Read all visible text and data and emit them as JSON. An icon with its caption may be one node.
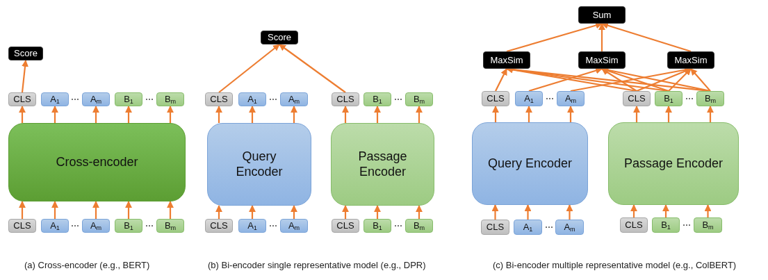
{
  "diagram": {
    "nodes": [
      {
        "text": [
          "Score"
        ]
      },
      {
        "text": [
          "CLS"
        ]
      },
      {
        "text": [
          "A$_{1}$"
        ]
      },
      {
        "text": [
          "A$_{m}$"
        ]
      },
      {
        "text": [
          "B$_{1}$"
        ]
      },
      {
        "text": [
          "B$_{m}$"
        ]
      },
      {
        "text": [
          "Cross-encoder"
        ]
      },
      {
        "text": [
          "CLS"
        ]
      },
      {
        "text": [
          "A$_{1}$"
        ]
      },
      {
        "text": [
          "A$_{m}$"
        ]
      },
      {
        "text": [
          "B$_{1}$"
        ]
      },
      {
        "text": [
          "B$_{m}$"
        ]
      },
      {
        "text": [
          "Score"
        ]
      },
      {
        "text": [
          "CLS"
        ]
      },
      {
        "text": [
          "A$_{1}$"
        ]
      },
      {
        "text": [
          "A$_{m}$"
        ]
      },
      {
        "text": [
          "CLS"
        ]
      },
      {
        "text": [
          "B$_{1}$"
        ]
      },
      {
        "text": [
          "B$_{m}$"
        ]
      },
      {
        "text": [
          "Query Encoder"
        ]
      },
      {
        "text": [
          "Passage Encoder"
        ]
      },
      {
        "text": [
          "CLS"
        ]
      },
      {
        "text": [
          "A$_{1}$"
        ]
      },
      {
        "text": [
          "A$_{m}$"
        ]
      },
      {
        "text": [
          "CLS"
        ]
      },
      {
        "text": [
          "B$_{1}$"
        ]
      },
      {
        "text": [
          "B$_{m}$"
        ]
      },
      {
        "text": [
          "Sum"
        ]
      },
      {
        "text": [
          "MaxSim"
        ]
      },
      {
        "text": [
          "MaxSim"
        ]
      },
      {
        "text": [
          "MaxSim"
        ]
      },
      {
        "text": [
          "CLS"
        ]
      },
      {
        "text": [
          "A$_{1}$"
        ]
      },
      {
        "text": [
          "A$_{m}$"
        ]
      },
      {
        "text": [
          "CLS"
        ]
      },
      {
        "text": [
          "B$_{1}$"
        ]
      },
      {
        "text": [
          "B$_{m}$"
        ]
      },
      {
        "text": [
          "Query Encoder"
        ]
      },
      {
        "text": [
          "Passage Encoder"
        ]
      },
      {
        "text": [
          "CLS"
        ]
      },
      {
        "text": [
          "A$_{1}$"
        ]
      },
      {
        "text": [
          "A$_{m}$"
        ]
      },
      {
        "text": [
          "CLS"
        ]
      },
      {
        "text": [
          "B$_{1}$"
        ]
      },
      {
        "text": [
          "B$_{m}$"
        ]
      }
    ],
    "edges": [
      {
        "from": 1,
        "to": 0,
        "arrow": "to"
      },
      {
        "from": 6,
        "to": 1,
        "arrow": "to"
      },
      {
        "from": 6,
        "to": 2,
        "arrow": "to"
      },
      {
        "from": 6,
        "to": 3,
        "arrow": "to"
      },
      {
        "from": 6,
        "to": 4,
        "arrow": "to"
      },
      {
        "from": 6,
        "to": 5,
        "arrow": "to"
      },
      {
        "from": 7,
        "to": 6,
        "arrow": "to"
      },
      {
        "from": 8,
        "to": 6,
        "arrow": "to"
      },
      {
        "from": 9,
        "to": 6,
        "arrow": "to"
      },
      {
        "from": 10,
        "to": 6,
        "arrow": "to"
      },
      {
        "from": 11,
        "to": 6,
        "arrow": "to"
      },
      {
        "from": 13,
        "to": 12,
        "arrow": "to"
      },
      {
        "from": 16,
        "to": 12,
        "arrow": "to"
      },
      {
        "from": 19,
        "to": 13,
        "arrow": "to"
      },
      {
        "from": 19,
        "to": 14,
        "arrow": "to"
      },
      {
        "from": 19,
        "to": 15,
        "arrow": "to"
      },
      {
        "from": 20,
        "to": 16,
        "arrow": "to"
      },
      {
        "from": 20,
        "to": 17,
        "arrow": "to"
      },
      {
        "from": 20,
        "to": 18,
        "arrow": "to"
      },
      {
        "from": 21,
        "to": 19,
        "arrow": "to"
      },
      {
        "from": 22,
        "to": 19,
        "arrow": "to"
      },
      {
        "from": 23,
        "to": 19,
        "arrow": "to"
      },
      {
        "from": 24,
        "to": 20,
        "arrow": "to"
      },
      {
        "from": 25,
        "to": 20,
        "arrow": "to"
      },
      {
        "from": 26,
        "to": 20,
        "arrow": "to"
      },
      {
        "from": 28,
        "to": 27,
        "arrow": "to"
      },
      {
        "from": 29,
        "to": 27,
        "arrow": "to"
      },
      {
        "from": 30,
        "to": 27,
        "arrow": "to"
      },
      {
        "from": 31,
        "to": 28,
        "arrow": "to"
      },
      {
        "from": 32,
        "to": 29,
        "arrow": "to"
      },
      {
        "from": 33,
        "to": 30,
        "arrow": "to"
      },
      {
        "from": 34,
        "to": 28,
        "arrow": "to"
      },
      {
        "from": 34,
        "to": 29,
        "arrow": "to"
      },
      {
        "from": 34,
        "to": 30,
        "arrow": "to"
      },
      {
        "from": 35,
        "to": 28,
        "arrow": "to"
      },
      {
        "from": 35,
        "to": 29,
        "arrow": "to"
      },
      {
        "from": 35,
        "to": 30,
        "arrow": "to"
      },
      {
        "from": 36,
        "to": 28,
        "arrow": "to"
      },
      {
        "from": 36,
        "to": 29,
        "arrow": "to"
      },
      {
        "from": 36,
        "to": 30,
        "arrow": "to"
      },
      {
        "from": 37,
        "to": 31,
        "arrow": "to"
      },
      {
        "from": 37,
        "to": 32,
        "arrow": "to"
      },
      {
        "from": 37,
        "to": 33,
        "arrow": "to"
      },
      {
        "from": 38,
        "to": 34,
        "arrow": "to"
      },
      {
        "from": 38,
        "to": 35,
        "arrow": "to"
      },
      {
        "from": 38,
        "to": 36,
        "arrow": "to"
      },
      {
        "from": 39,
        "to": 37,
        "arrow": "to"
      },
      {
        "from": 40,
        "to": 37,
        "arrow": "to"
      },
      {
        "from": 41,
        "to": 37,
        "arrow": "to"
      },
      {
        "from": 42,
        "to": 38,
        "arrow": "to"
      },
      {
        "from": 43,
        "to": 38,
        "arrow": "to"
      },
      {
        "from": 44,
        "to": 38,
        "arrow": "to"
      }
    ],
    "labels": [
      "⋯",
      "⋯",
      "⋯",
      "⋯",
      "⋯",
      "⋯",
      "⋯",
      "⋯",
      "⋯",
      "⋯",
      "⋯",
      "⋯",
      "(a) Cross-encoder (e.g., BERT)",
      "(b) Bi-encoder single representative model (e.g., DPR)",
      "(c) Bi-encoder multiple representative model (e.g., ColBERT)"
    ]
  }
}
